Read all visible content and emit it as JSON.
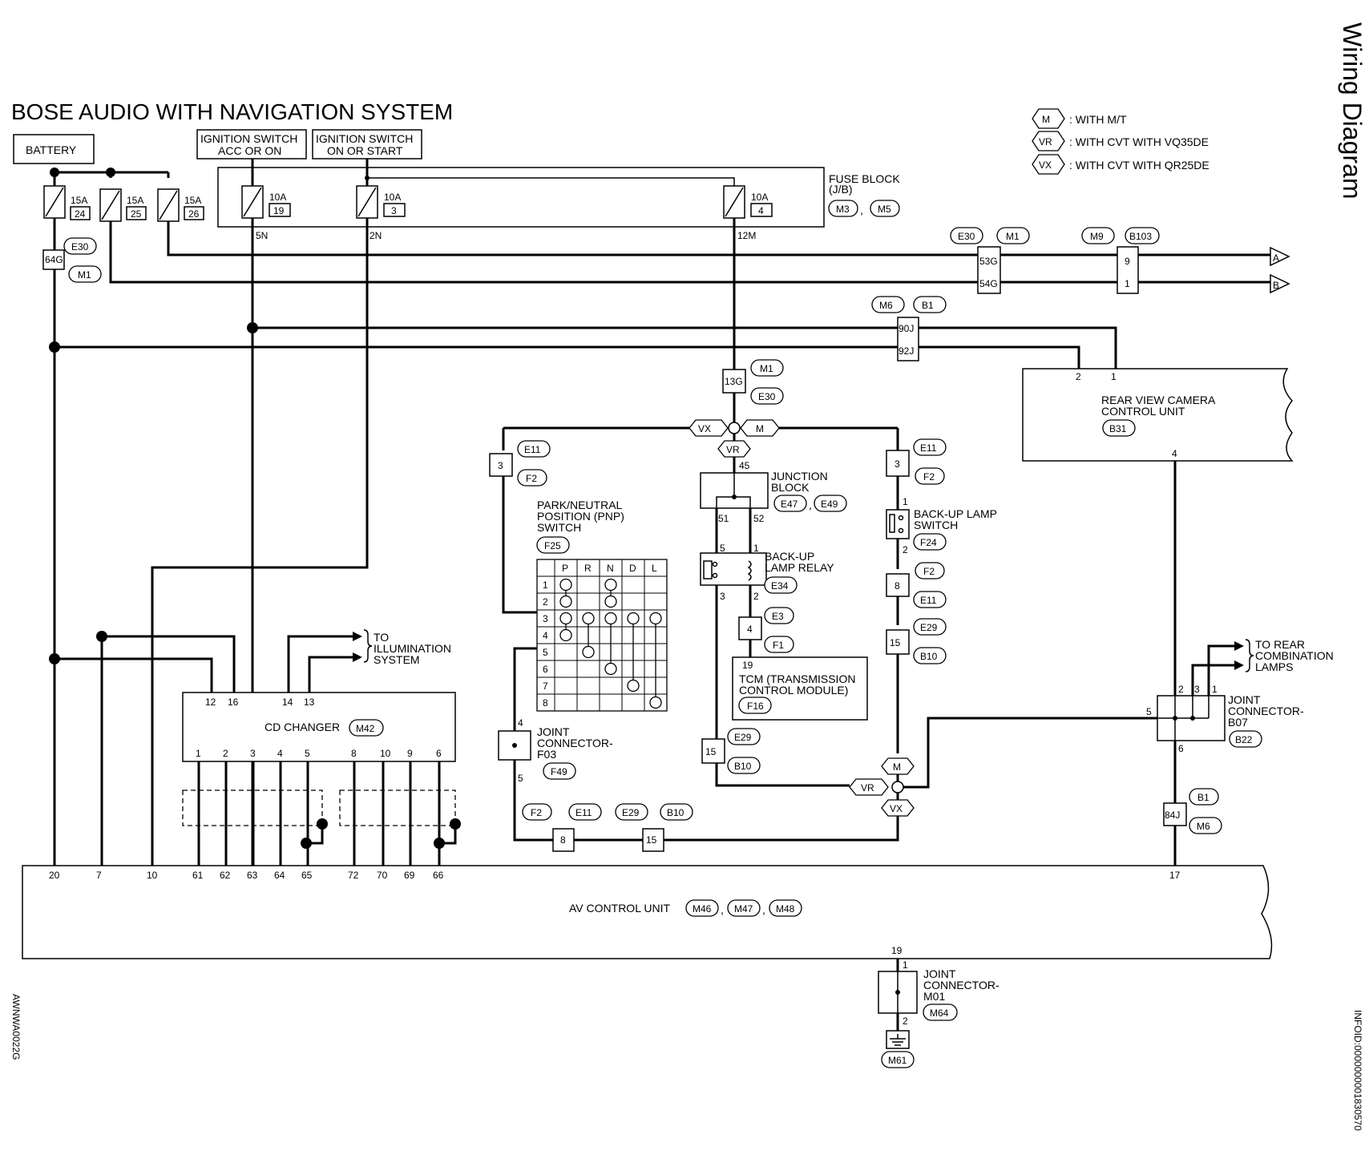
{
  "diagram": {
    "title": "BOSE AUDIO WITH NAVIGATION SYSTEM",
    "side_title": "Wiring Diagram",
    "ref_left": "AWNWA0022G",
    "ref_right": "INFOID:0000000001830570",
    "legend": [
      {
        "code": "M",
        "text": ": WITH M/T"
      },
      {
        "code": "VR",
        "text": ": WITH CVT WITH VQ35DE"
      },
      {
        "code": "VX",
        "text": ": WITH CVT WITH QR25DE"
      }
    ],
    "labels": {
      "battery": "BATTERY",
      "ign_acc_1": "IGNITION SWITCH",
      "ign_acc_2": "ACC OR ON",
      "ign_on_1": "IGNITION SWITCH",
      "ign_on_2": "ON OR START",
      "fuse_block_1": "FUSE BLOCK",
      "fuse_block_2": "(J/B)",
      "rvc_1": "REAR VIEW CAMERA",
      "rvc_2": "CONTROL UNIT",
      "pnp_1": "PARK/NEUTRAL",
      "pnp_2": "POSITION (PNP)",
      "pnp_3": "SWITCH",
      "jb_1": "JUNCTION",
      "jb_2": "BLOCK",
      "relay_1": "BACK-UP",
      "relay_2": "LAMP RELAY",
      "bsw_1": "BACK-UP LAMP",
      "bsw_2": "SWITCH",
      "tcm_1": "TCM (TRANSMISSION",
      "tcm_2": "CONTROL MODULE)",
      "jf03_1": "JOINT",
      "jf03_2": "CONNECTOR-",
      "jf03_3": "F03",
      "jb07_1": "JOINT",
      "jb07_2": "CONNECTOR-",
      "jb07_3": "B07",
      "jm01_1": "JOINT",
      "jm01_2": "CONNECTOR-",
      "jm01_3": "M01",
      "to_illum_1": "TO",
      "to_illum_2": "ILLUMINATION",
      "to_illum_3": "SYSTEM",
      "to_rear_1": "TO REAR",
      "to_rear_2": "COMBINATION",
      "to_rear_3": "LAMPS",
      "cd": "CD CHANGER",
      "av": "AV CONTROL UNIT"
    },
    "fuses": [
      {
        "amp": "15A",
        "no": "24"
      },
      {
        "amp": "15A",
        "no": "25"
      },
      {
        "amp": "15A",
        "no": "26"
      },
      {
        "amp": "10A",
        "no": "19"
      },
      {
        "amp": "10A",
        "no": "3"
      },
      {
        "amp": "10A",
        "no": "4"
      }
    ],
    "connectors": [
      "E30",
      "M1",
      "M3",
      "M5",
      "M9",
      "B103",
      "M6",
      "B1",
      "B31",
      "E11",
      "F2",
      "F25",
      "E47",
      "E49",
      "E34",
      "E3",
      "F1",
      "F16",
      "F24",
      "E29",
      "B10",
      "F49",
      "B22",
      "M42",
      "M46",
      "M47",
      "M48",
      "M64",
      "M61"
    ],
    "terminals": [
      "64G",
      "53G",
      "54G",
      "9",
      "1",
      "90J",
      "92J",
      "13G",
      "84J",
      "5N",
      "2N",
      "12M",
      "A",
      "B",
      "45",
      "51",
      "52",
      "5",
      "1",
      "3",
      "2",
      "4",
      "19",
      "8",
      "15",
      "6",
      "7",
      "12",
      "16",
      "14",
      "13",
      "61",
      "62",
      "63",
      "64",
      "65",
      "72",
      "70",
      "69",
      "66",
      "20",
      "10",
      "17",
      "17"
    ],
    "pnp_table": {
      "headers": [
        "P",
        "R",
        "N",
        "D",
        "L"
      ],
      "rows": [
        "1",
        "2",
        "3",
        "4",
        "5",
        "6",
        "7",
        "8"
      ],
      "marks": [
        [
          0,
          0
        ],
        [
          0,
          2
        ],
        [
          1,
          0
        ],
        [
          1,
          2
        ],
        [
          2,
          0
        ],
        [
          2,
          1
        ],
        [
          2,
          2
        ],
        [
          2,
          3
        ],
        [
          2,
          4
        ],
        [
          3,
          0
        ],
        [
          4,
          1
        ],
        [
          5,
          2
        ],
        [
          6,
          3
        ],
        [
          7,
          4
        ]
      ]
    }
  }
}
